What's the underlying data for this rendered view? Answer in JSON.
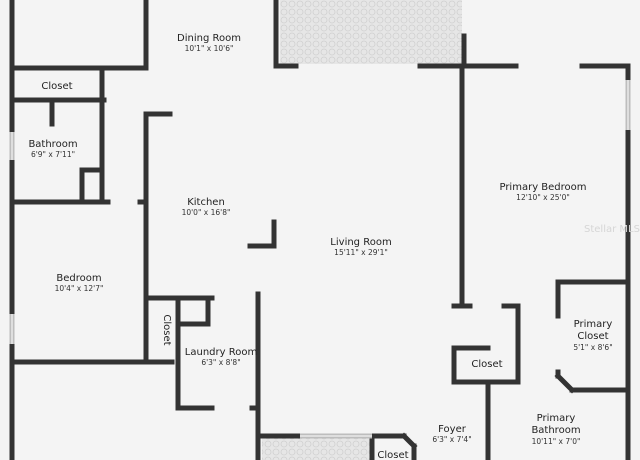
{
  "rooms": {
    "dining_room": {
      "name": "Dining Room",
      "dims": "10'1\" x 10'6\""
    },
    "closet_top_left": {
      "name": "Closet"
    },
    "bathroom": {
      "name": "Bathroom",
      "dims": "6'9\" x 7'11\""
    },
    "kitchen": {
      "name": "Kitchen",
      "dims": "10'0\" x 16'8\""
    },
    "living_room": {
      "name": "Living Room",
      "dims": "15'11\" x 29'1\""
    },
    "primary_bedroom": {
      "name": "Primary Bedroom",
      "dims": "12'10\" x 25'0\""
    },
    "bedroom": {
      "name": "Bedroom",
      "dims": "10'4\" x 12'7\""
    },
    "closet_vertical": {
      "name": "Closet"
    },
    "laundry_room": {
      "name": "Laundry Room",
      "dims": "6'3\" x 8'8\""
    },
    "closet_mid": {
      "name": "Closet"
    },
    "primary_closet": {
      "name_line1": "Primary",
      "name_line2": "Closet",
      "dims": "5'1\" x 8'6\""
    },
    "foyer": {
      "name": "Foyer",
      "dims": "6'3\" x 7'4\""
    },
    "primary_bathroom": {
      "name_line1": "Primary",
      "name_line2": "Bathroom",
      "dims": "10'11\" x 7'0\""
    },
    "closet_bottom": {
      "name": "Closet"
    }
  },
  "watermark": "Stellar MLS",
  "colors": {
    "wall": "#333333",
    "floor": "#f4f4f4",
    "patio": "#e3e3e3",
    "window": "#bdbdbd"
  }
}
